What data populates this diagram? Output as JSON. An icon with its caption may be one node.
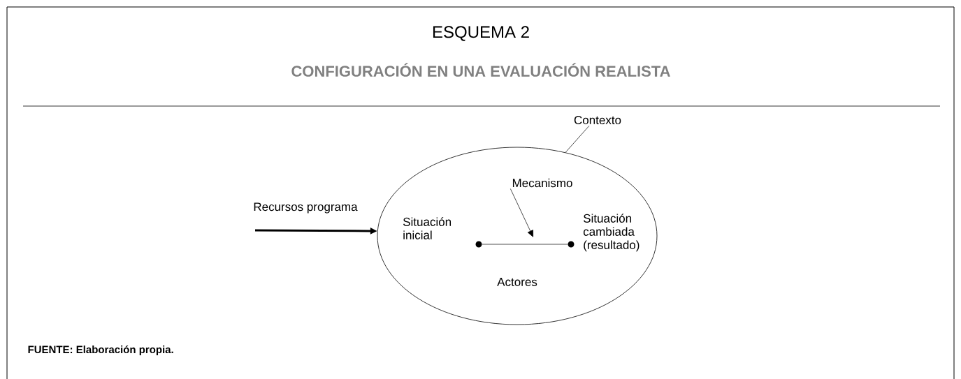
{
  "diagram": {
    "title": "ESQUEMA 2",
    "caption": "FUENTE: Elaboración propia.",
    "nodes": [
      {
        "text": [
          "Contexto"
        ]
      },
      {
        "text": [],
        "shape": "ellipse"
      },
      {
        "text": [
          "Mecanismo"
        ],
        "in": 1
      },
      {
        "text": [],
        "shape": "dot",
        "in": 1,
        "beside": [
          "Situación inicial"
        ]
      },
      {
        "text": [],
        "shape": "dot",
        "in": 1,
        "beside": [
          "Situación cambiada (resultado)"
        ]
      }
    ],
    "edges": [
      {
        "from": 0,
        "to": 1,
        "arrow": "none"
      },
      {
        "from": null,
        "to": 1,
        "arrow": "to",
        "label": "Recursos programa",
        "style": "thick"
      },
      {
        "from": 3,
        "to": 4,
        "arrow": "none"
      },
      {
        "from": 2,
        "to": null,
        "arrow": "to"
      }
    ],
    "labels": [
      "CONFIGURACIÓN EN UNA EVALUACIÓN REALISTA",
      "Actores"
    ]
  }
}
